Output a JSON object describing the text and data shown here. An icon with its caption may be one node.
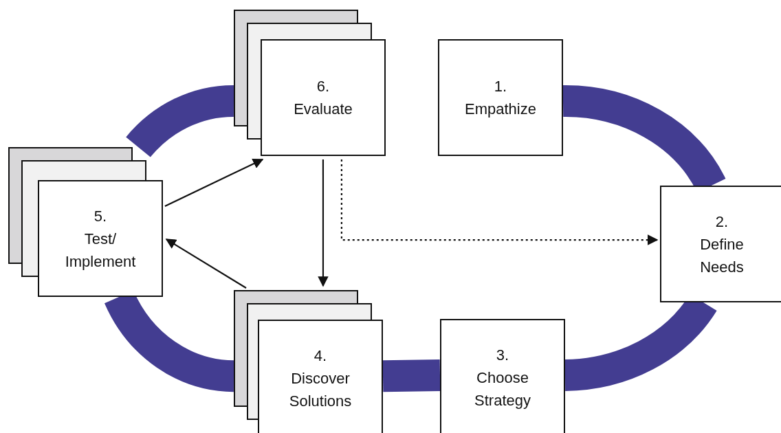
{
  "diagram": {
    "nodes": [
      {
        "text": [
          "1.",
          "Empathize"
        ]
      },
      {
        "text": [
          "2.",
          "Define Needs"
        ]
      },
      {
        "text": [
          "3.",
          "Choose Strategy"
        ]
      },
      {
        "text": [
          "4.",
          "Discover Solutions"
        ]
      },
      {
        "text": [
          "5.",
          "Test/ Implement"
        ]
      },
      {
        "text": [
          "6.",
          "Evaluate"
        ]
      }
    ],
    "edges": [
      {
        "from": 0,
        "to": 1,
        "arrow": "none"
      },
      {
        "from": 1,
        "to": 2,
        "arrow": "none"
      },
      {
        "from": 2,
        "to": 3,
        "arrow": "none"
      },
      {
        "from": 3,
        "to": 4,
        "arrow": "none"
      },
      {
        "from": 4,
        "to": 5,
        "arrow": "none"
      },
      {
        "from": 4,
        "to": 5,
        "arrow": "to",
        "color": "#111111"
      },
      {
        "from": 3,
        "to": 4,
        "arrow": "to",
        "color": "#111111"
      },
      {
        "from": 5,
        "to": 3,
        "arrow": "to",
        "color": "#111111"
      },
      {
        "from": 5,
        "to": 1,
        "arrow": "to",
        "style": "dashed",
        "color": "#111111"
      }
    ]
  }
}
